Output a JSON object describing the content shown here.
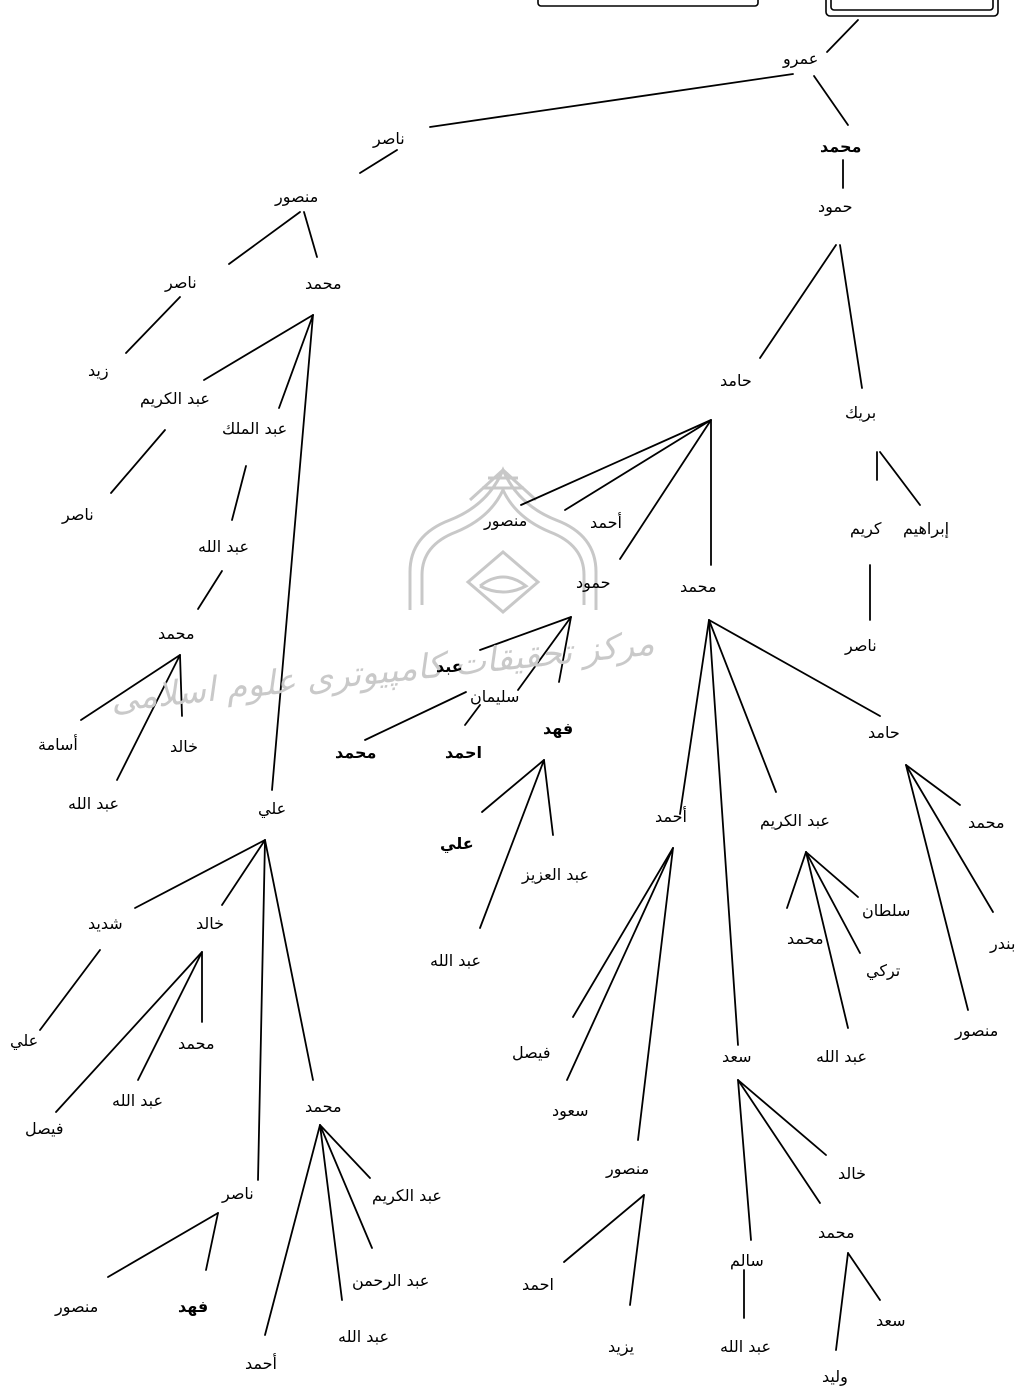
{
  "watermark": {
    "caption": "مرکز تحقیقات کامپیوتری علوم اسلامی",
    "color": "#c8c8c8"
  },
  "line_color": "#000000",
  "tree": {
    "root": "عمرو",
    "n_nasir1": "ناصر",
    "n_muhammad1": "محمد",
    "n_mansur1": "منصور",
    "n_nasir2": "ناصر",
    "n_muhammad2": "محمد",
    "n_zayd": "زيد",
    "n_abdulkarim1": "عبد الكريم",
    "n_abdulmalik": "عبد الملك",
    "n_nasir3": "ناصر",
    "n_abdullah1": "عبد الله",
    "n_muhammad3": "محمد",
    "n_usama": "أسامة",
    "n_khalid1": "خالد",
    "n_abdullah2": "عبد الله",
    "n_ali1": "علي",
    "n_shadid": "شديد",
    "n_khalid2": "خالد",
    "n_ali2": "علي",
    "n_muhammad4": "محمد",
    "n_abdullah3": "عبد الله",
    "n_faysal1": "فيصل",
    "n_muhammad5": "محمد",
    "n_nasir4": "ناصر",
    "n_mansur2": "منصور",
    "n_fahd1": "فهد",
    "n_abdulkarim2": "عبد الكريم",
    "n_abdulrahman": "عبد الرحمن",
    "n_abdullah4": "عبد الله",
    "n_ahmad1": "أحمد",
    "n_hamud1": "حمود",
    "n_hamid1": "حامد",
    "n_burayk": "بريك",
    "n_ibrahim": "إبراهيم",
    "n_karim": "كريم",
    "n_nasir5": "ناصر",
    "n_mansur3": "منصور",
    "n_ahmad2": "أحمد",
    "n_hamud2": "حمود",
    "n_muhammad6": "محمد",
    "n_abd": "عبد",
    "n_sulayman": "سليمان",
    "n_fahd2": "فهد",
    "n_muhammad7": "محمد",
    "n_ahmad3": "احمد",
    "n_ali3": "علي",
    "n_abdulaziz": "عبد العزيز",
    "n_abdullah5": "عبد الله",
    "n_ahmad4": "أحمد",
    "n_abdulkarim3": "عبد الكريم",
    "n_hamid2": "حامد",
    "n_faysal2": "فيصل",
    "n_suud": "سعود",
    "n_mansur4": "منصور",
    "n_ahmad5": "احمد",
    "n_yazid": "يزيد",
    "n_sad1": "سعد",
    "n_salim": "سالم",
    "n_abdullah6": "عبد الله",
    "n_khalid3": "خالد",
    "n_muhammad8": "محمد",
    "n_sad2": "سعد",
    "n_walid": "وليد",
    "n_sultan": "سلطان",
    "n_muhammad9": "محمد",
    "n_turki": "تركي",
    "n_abdullah7": "عبد الله",
    "n_muhammad10": "محمد",
    "n_bandar": "بندر",
    "n_mansur5": "منصور"
  }
}
